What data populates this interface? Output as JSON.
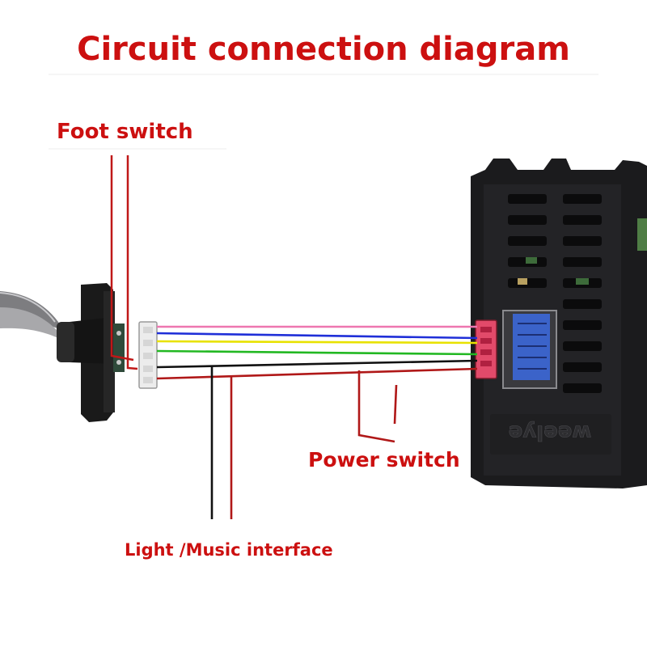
{
  "title": "Circuit connection diagram",
  "labels": {
    "foot_switch": "Foot switch",
    "power_switch": "Power switch",
    "light_music": "Light /Music interface"
  },
  "controller": {
    "brand": "weelye"
  },
  "wire_colors": {
    "pink": "#ee77b0",
    "blue": "#1f2fd8",
    "yellow": "#e8e200",
    "green": "#22b822",
    "black": "#111111",
    "red": "#b01818"
  },
  "label_color": "#cc1010"
}
